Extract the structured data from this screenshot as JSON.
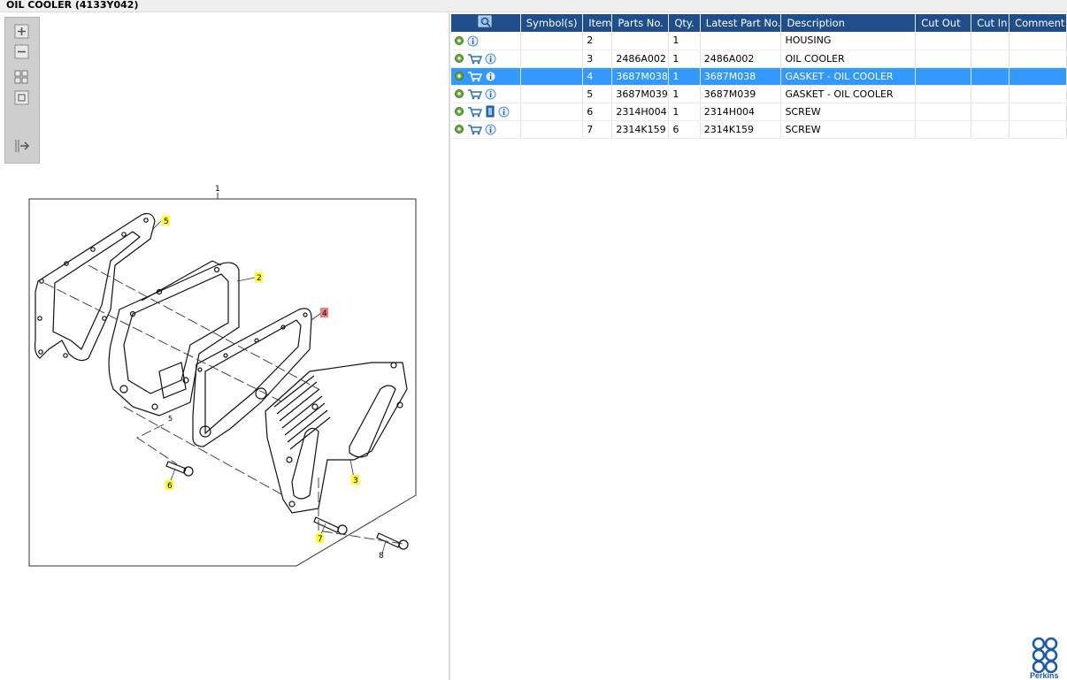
{
  "window": {
    "title": "OIL COOLER (4133Y042)"
  },
  "toolbar": [
    {
      "name": "zoom-in-icon"
    },
    {
      "name": "zoom-out-icon"
    },
    {
      "name": "fit-all-icon"
    },
    {
      "name": "actual-size-icon"
    },
    {
      "name": "export-icon"
    }
  ],
  "diagram": {
    "frame_label": "1",
    "callouts": {
      "c5": "5",
      "c2": "2",
      "c4": "4",
      "c3": "3",
      "c6": "6",
      "c7": "7",
      "c8": "8",
      "c5b": "5"
    },
    "highlight_color": "#ffff33",
    "selected_color": "#f08080"
  },
  "table": {
    "headers": {
      "symbols": "Symbol(s)",
      "item": "Item",
      "parts_no": "Parts No.",
      "qty": "Qty.",
      "latest": "Latest Part No.",
      "description": "Description",
      "cut_out": "Cut Out",
      "cut_in": "Cut In",
      "comment": "Comment"
    },
    "rows": [
      {
        "item": "2",
        "parts_no": "",
        "qty": "1",
        "latest": "",
        "description": "HOUSING",
        "icons": [
          "gear-icon",
          "info-icon"
        ]
      },
      {
        "item": "3",
        "parts_no": "2486A002",
        "qty": "1",
        "latest": "2486A002",
        "description": "OIL COOLER",
        "icons": [
          "gear-icon",
          "cart-icon",
          "info-icon"
        ]
      },
      {
        "item": "4",
        "parts_no": "3687M038",
        "qty": "1",
        "latest": "3687M038",
        "description": "GASKET - OIL COOLER",
        "icons": [
          "gear-icon",
          "cart-icon",
          "info-icon"
        ],
        "selected": true
      },
      {
        "item": "5",
        "parts_no": "3687M039",
        "qty": "1",
        "latest": "3687M039",
        "description": "GASKET - OIL COOLER",
        "icons": [
          "gear-icon",
          "cart-icon",
          "info-icon"
        ]
      },
      {
        "item": "6",
        "parts_no": "2314H004",
        "qty": "1",
        "latest": "2314H004",
        "description": "SCREW",
        "icons": [
          "gear-icon",
          "cart-icon",
          "book-icon",
          "info-icon"
        ]
      },
      {
        "item": "7",
        "parts_no": "2314K159",
        "qty": "6",
        "latest": "2314K159",
        "description": "SCREW",
        "icons": [
          "gear-icon",
          "cart-icon",
          "info-icon"
        ]
      }
    ]
  },
  "brand": {
    "name": "Perkins",
    "color": "#1f5aa6"
  }
}
